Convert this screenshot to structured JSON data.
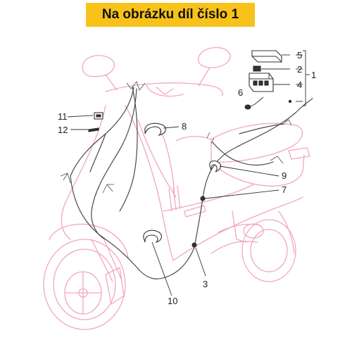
{
  "banner": {
    "title": "Na obrázku díl číslo 1"
  },
  "callouts": {
    "c1": "1",
    "c2": "2",
    "c3": "3",
    "c4": "4",
    "c5": "5",
    "c6": "6",
    "c7": "7",
    "c8": "8",
    "c9": "9",
    "c10": "10",
    "c11": "11",
    "c12": "12"
  },
  "colors": {
    "banner_bg": "#f7c21a",
    "scooter_outline": "#f2a8ba",
    "wiring": "#4a4a4a"
  }
}
